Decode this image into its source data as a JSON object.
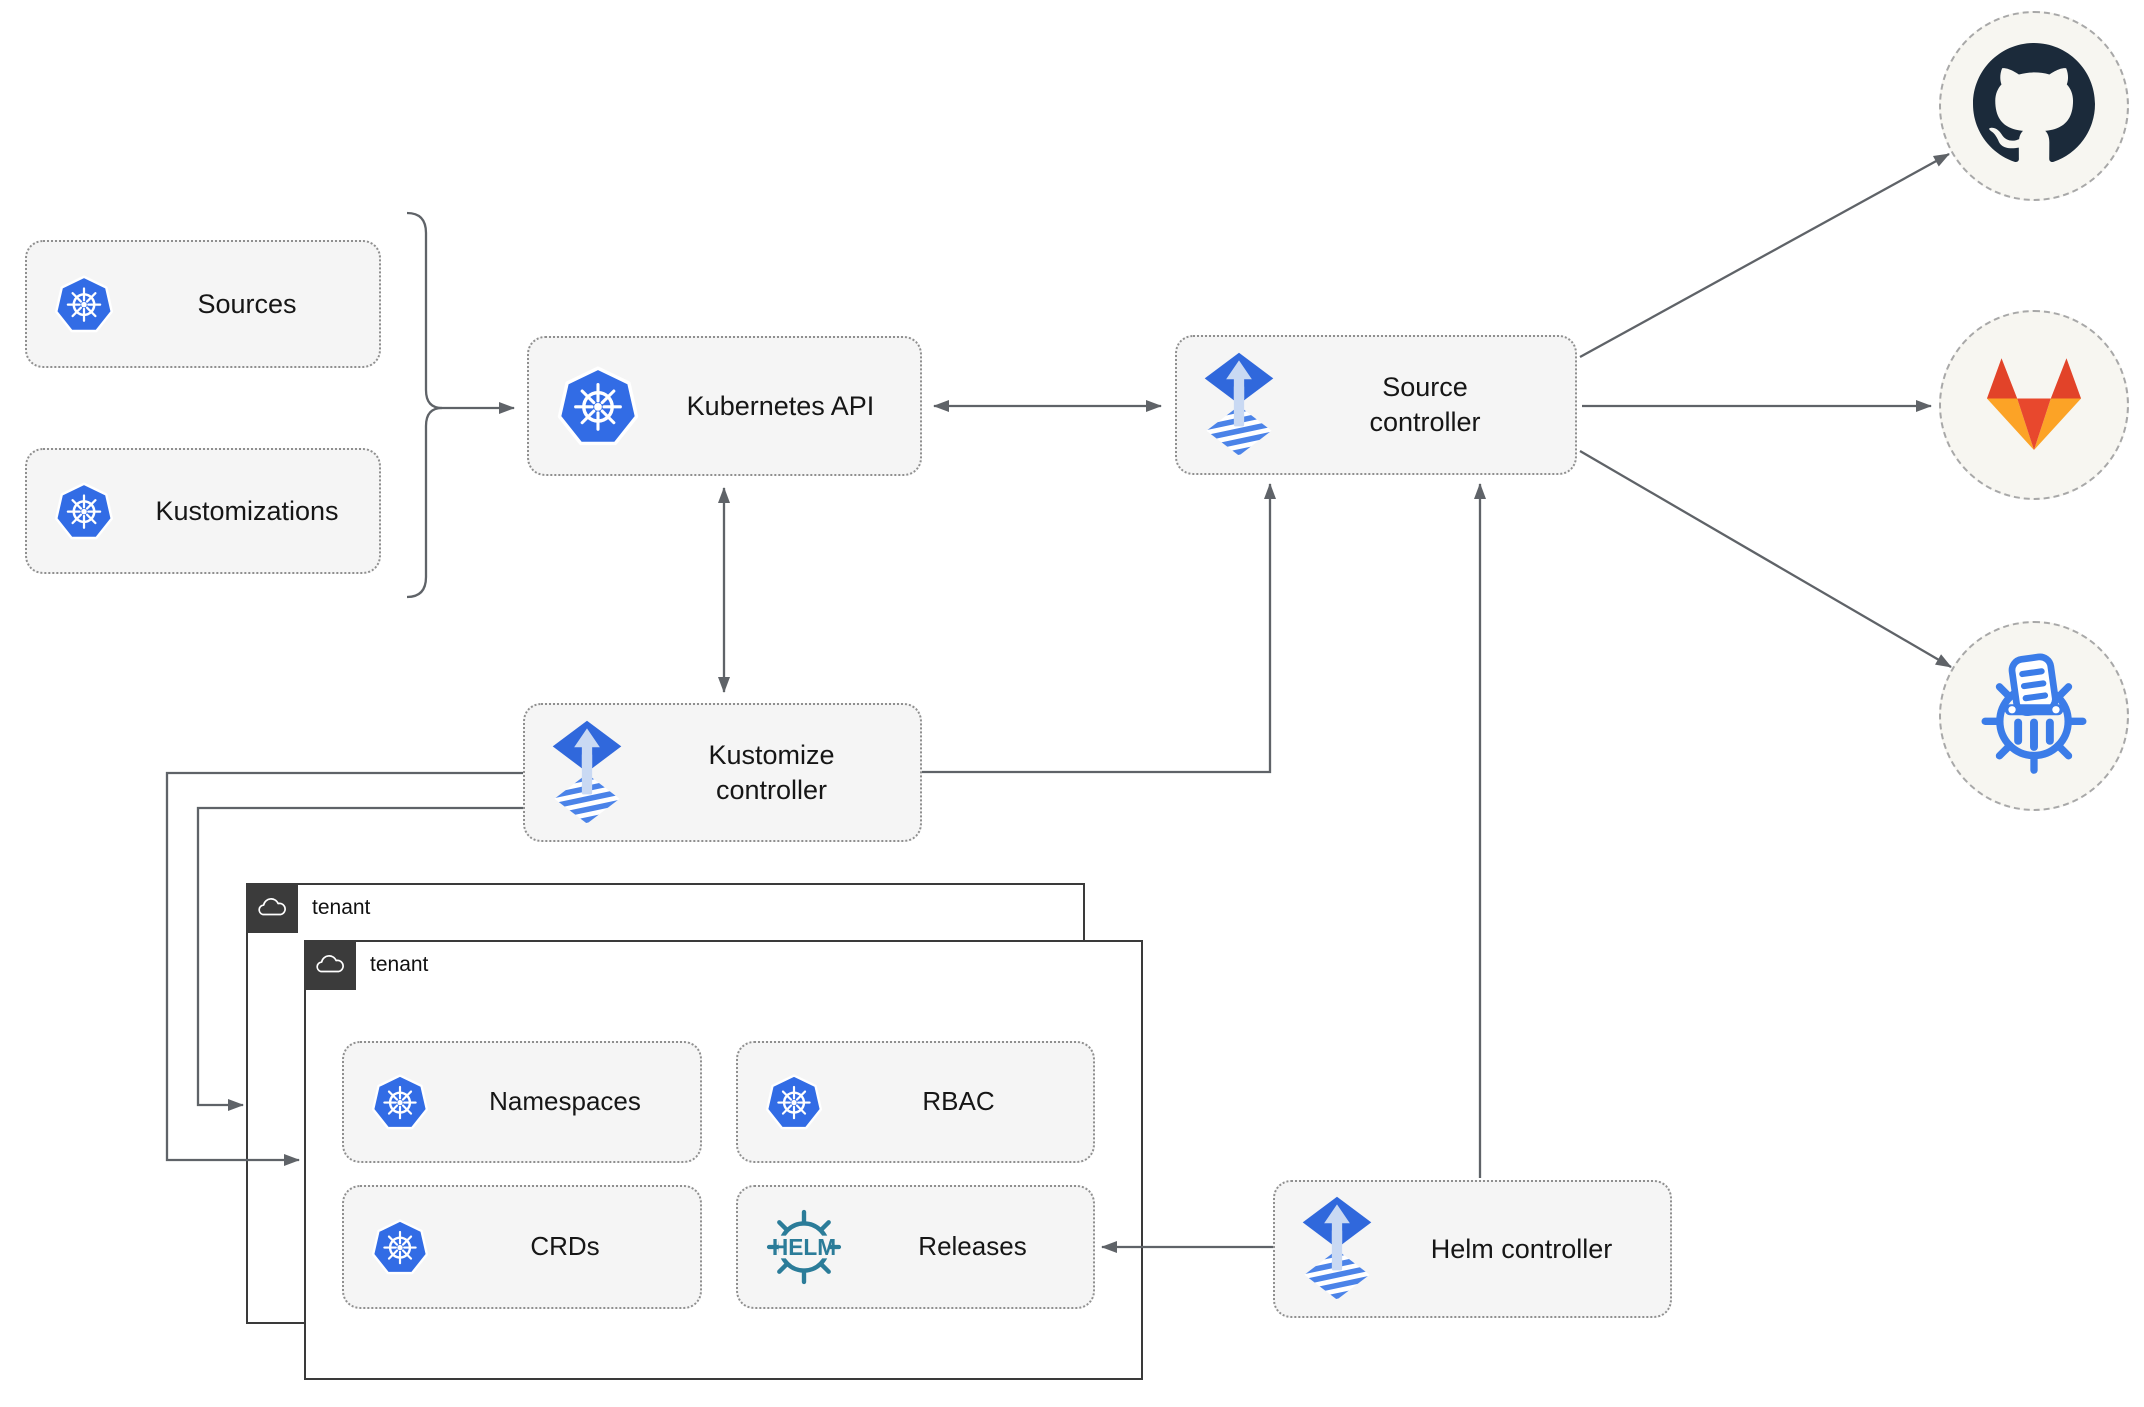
{
  "nodes": {
    "sources": {
      "label": "Sources",
      "icon": "kubernetes-icon"
    },
    "kustomizations": {
      "label": "Kustomizations",
      "icon": "kubernetes-icon"
    },
    "kubernetes_api": {
      "label": "Kubernetes API",
      "icon": "kubernetes-icon"
    },
    "source_controller": {
      "label": "Source controller",
      "icon": "flux-icon"
    },
    "kustomize_controller": {
      "label": "Kustomize controller",
      "icon": "flux-icon"
    },
    "helm_controller": {
      "label": "Helm controller",
      "icon": "flux-icon"
    },
    "namespaces": {
      "label": "Namespaces",
      "icon": "kubernetes-icon"
    },
    "rbac": {
      "label": "RBAC",
      "icon": "kubernetes-icon"
    },
    "crds": {
      "label": "CRDs",
      "icon": "kubernetes-icon"
    },
    "releases": {
      "label": "Releases",
      "icon": "helm-icon"
    }
  },
  "groups": {
    "tenant_back": {
      "label": "tenant",
      "icon": "cloud-icon"
    },
    "tenant_front": {
      "label": "tenant",
      "icon": "cloud-icon"
    }
  },
  "endpoints": [
    {
      "name": "github",
      "icon": "github-icon"
    },
    {
      "name": "gitlab",
      "icon": "gitlab-icon"
    },
    {
      "name": "chartmuseum",
      "icon": "chartmuseum-icon"
    }
  ],
  "helm_logo": {
    "text": "HELM"
  },
  "edges": [
    {
      "from": "sources/kustomizations",
      "to": "kubernetes_api",
      "style": "arrow-with-bracket"
    },
    {
      "from": "kubernetes_api",
      "to": "source_controller",
      "style": "double-arrow"
    },
    {
      "from": "kubernetes_api",
      "to": "kustomize_controller",
      "style": "double-arrow"
    },
    {
      "from": "kustomize_controller",
      "to": "source_controller",
      "style": "arrow"
    },
    {
      "from": "helm_controller",
      "to": "source_controller",
      "style": "arrow"
    },
    {
      "from": "helm_controller",
      "to": "releases",
      "style": "arrow"
    },
    {
      "from": "kustomize_controller",
      "to": "tenant_front",
      "style": "arrow"
    },
    {
      "from": "kustomize_controller",
      "to": "tenant_back",
      "style": "arrow"
    },
    {
      "from": "source_controller",
      "to": "github",
      "style": "arrow"
    },
    {
      "from": "source_controller",
      "to": "gitlab",
      "style": "arrow"
    },
    {
      "from": "source_controller",
      "to": "chartmuseum",
      "style": "arrow"
    }
  ],
  "colors": {
    "kubernetes_blue": "#326ce5",
    "flux_blue": "#3068dc",
    "flux_light_arrow": "#c9d9f3",
    "github_mark": "#1b2a3a",
    "gitlab_red": "#e24329",
    "gitlab_yellow": "#fca326",
    "helm_teal": "#2b7c99",
    "chartmuseum_blue": "#3b7ce8",
    "line_gray": "#5f6368",
    "node_fill": "#f5f5f5",
    "node_border": "#8f8f8f",
    "tenant_border": "#3a3a3a",
    "tenant_tag_bg": "#3b3b3b",
    "endpoint_fill": "#f7f6f1"
  }
}
